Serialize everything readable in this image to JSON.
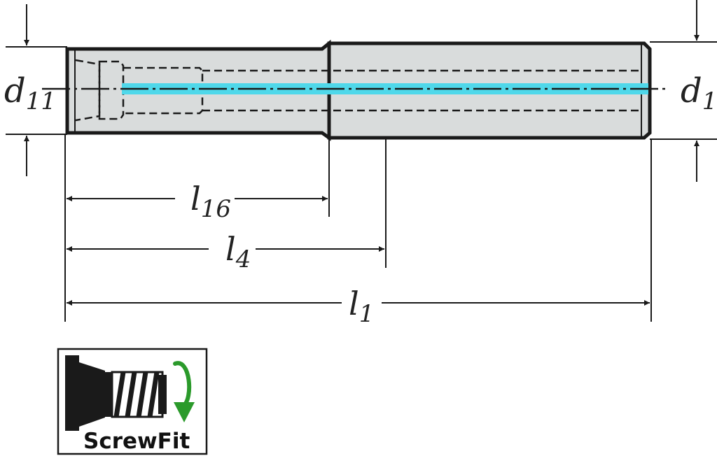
{
  "labels": {
    "d11_left": {
      "main": "d",
      "sub": "11"
    },
    "d1_right": {
      "main": "d",
      "sub": "1"
    },
    "l16": {
      "main": "l",
      "sub": "16"
    },
    "l4": {
      "main": "l",
      "sub": "4"
    },
    "l1": {
      "main": "l",
      "sub": "1"
    }
  },
  "logo": {
    "text": "ScrewFit"
  },
  "colors": {
    "body_fill": "#d9dcdc",
    "line": "#1a1a1a",
    "coolant": "#4fd8ea",
    "arrow_green": "#2b9a2b"
  }
}
